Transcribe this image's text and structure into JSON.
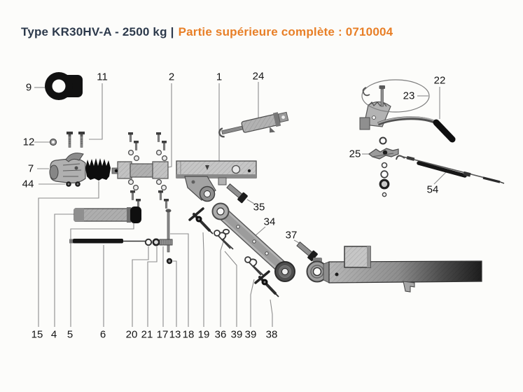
{
  "header": {
    "product_type": "Type KR30HV-A - 2500 kg |",
    "section_title": "Partie supérieure complète : 0710004"
  },
  "colors": {
    "title_dark": "#2d3a4c",
    "title_accent": "#e87f27",
    "label_text": "#141414",
    "leader_line": "#8c8c8c",
    "part_gray": "#b5b5b5",
    "part_dark": "#111111"
  },
  "diagram": {
    "description": "Exploded parts diagram of trailer coupling upper assembly",
    "callouts": [
      {
        "part": "towing-eye",
        "label": "9"
      },
      {
        "part": "bolt-pair",
        "label": "11"
      },
      {
        "part": "nut",
        "label": "12"
      },
      {
        "part": "coupling-head",
        "label": "7"
      },
      {
        "part": "nut-pair",
        "label": "44"
      },
      {
        "part": "bushing-assembly",
        "label": "2"
      },
      {
        "part": "drawbar-body",
        "label": "1"
      },
      {
        "part": "shock-absorber",
        "label": "24"
      },
      {
        "part": "handbrake-lever",
        "label": "22"
      },
      {
        "part": "lever-pin",
        "label": "23"
      },
      {
        "part": "pawl",
        "label": "25"
      },
      {
        "part": "brake-cable",
        "label": "54"
      },
      {
        "part": "bolt",
        "label": "35"
      },
      {
        "part": "link-arm",
        "label": "34"
      },
      {
        "part": "bolt",
        "label": "37"
      },
      {
        "part": "bellows",
        "label": "15"
      },
      {
        "part": "damper-tube",
        "label": "4"
      },
      {
        "part": "end-cap",
        "label": "5"
      },
      {
        "part": "friction-rod",
        "label": "6"
      },
      {
        "part": "rod-eye",
        "label": "20"
      },
      {
        "part": "washer",
        "label": "21"
      },
      {
        "part": "threaded-stud",
        "label": "17"
      },
      {
        "part": "lock-nut",
        "label": "13"
      },
      {
        "part": "clevis-pin",
        "label": "18"
      },
      {
        "part": "toggle-pin",
        "label": "19"
      },
      {
        "part": "snap-ring",
        "label": "36"
      },
      {
        "part": "r-clip-a",
        "label": "39"
      },
      {
        "part": "r-clip-b",
        "label": "39"
      },
      {
        "part": "toggle-pin-lower",
        "label": "38"
      }
    ]
  }
}
